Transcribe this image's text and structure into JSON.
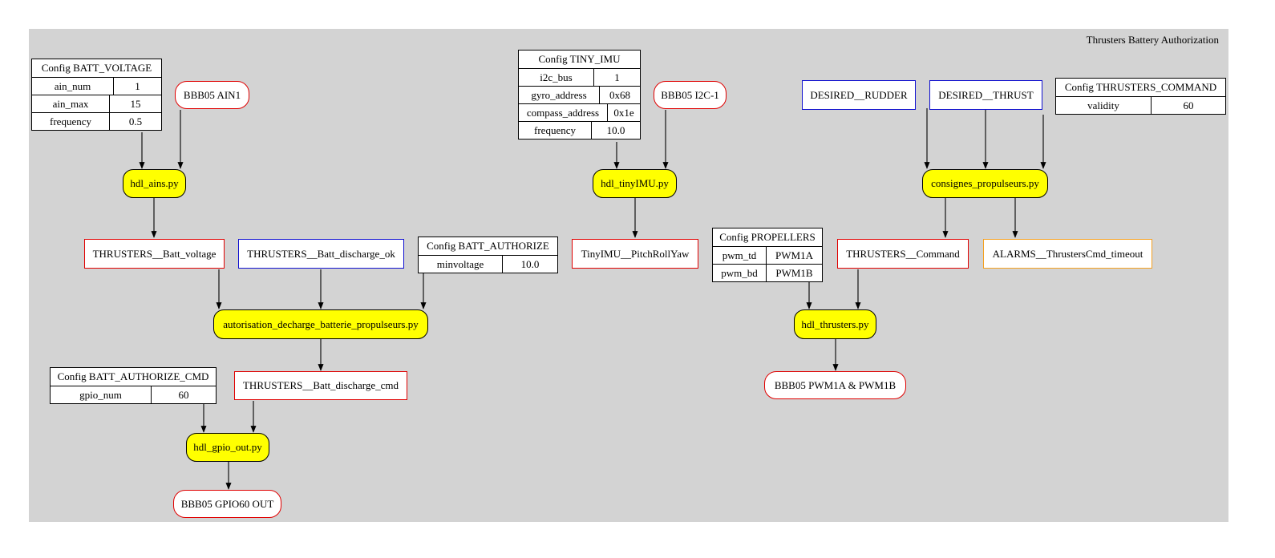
{
  "title": "Thrusters Battery Authorization",
  "colors": {
    "background": "#d3d3d3",
    "script_fill": "#ffff00",
    "output_topic": "#e00000",
    "input_topic": "#1010d0",
    "alarm_topic": "#f4a020",
    "device": "#e00000"
  },
  "configs": {
    "batt_voltage": {
      "title": "Config BATT_VOLTAGE",
      "rows": [
        {
          "key": "ain_num",
          "value": "1"
        },
        {
          "key": "ain_max",
          "value": "15"
        },
        {
          "key": "frequency",
          "value": "0.5"
        }
      ]
    },
    "tiny_imu": {
      "title": "Config TINY_IMU",
      "rows": [
        {
          "key": "i2c_bus",
          "value": "1"
        },
        {
          "key": "gyro_address",
          "value": "0x68"
        },
        {
          "key": "compass_address",
          "value": "0x1e"
        },
        {
          "key": "frequency",
          "value": "10.0"
        }
      ]
    },
    "thrusters_command": {
      "title": "Config THRUSTERS_COMMAND",
      "rows": [
        {
          "key": "validity",
          "value": "60"
        }
      ]
    },
    "batt_authorize": {
      "title": "Config BATT_AUTHORIZE",
      "rows": [
        {
          "key": "minvoltage",
          "value": "10.0"
        }
      ]
    },
    "propellers": {
      "title": "Config PROPELLERS",
      "rows": [
        {
          "key": "pwm_td",
          "value": "PWM1A"
        },
        {
          "key": "pwm_bd",
          "value": "PWM1B"
        }
      ]
    },
    "batt_authorize_cmd": {
      "title": "Config BATT_AUTHORIZE_CMD",
      "rows": [
        {
          "key": "gpio_num",
          "value": "60"
        }
      ]
    }
  },
  "devices": {
    "ain1": "BBB05 AIN1",
    "i2c1": "BBB05 I2C-1",
    "pwm": "BBB05 PWM1A & PWM1B",
    "gpio60": "BBB05 GPIO60 OUT"
  },
  "scripts": {
    "hdl_ains": "hdl_ains.py",
    "hdl_tinyimu": "hdl_tinyIMU.py",
    "consignes": "consignes_propulseurs.py",
    "autorisation": "autorisation_decharge_batterie_propulseurs.py",
    "hdl_thrusters": "hdl_thrusters.py",
    "hdl_gpio_out": "hdl_gpio_out.py"
  },
  "topics": {
    "batt_voltage": "THRUSTERS__Batt_voltage",
    "batt_discharge_ok": "THRUSTERS__Batt_discharge_ok",
    "pitchrollyaw": "TinyIMU__PitchRollYaw",
    "command": "THRUSTERS__Command",
    "alarm_timeout": "ALARMS__ThrustersCmd_timeout",
    "desired_rudder": "DESIRED__RUDDER",
    "desired_thrust": "DESIRED__THRUST",
    "batt_discharge_cmd": "THRUSTERS__Batt_discharge_cmd"
  }
}
